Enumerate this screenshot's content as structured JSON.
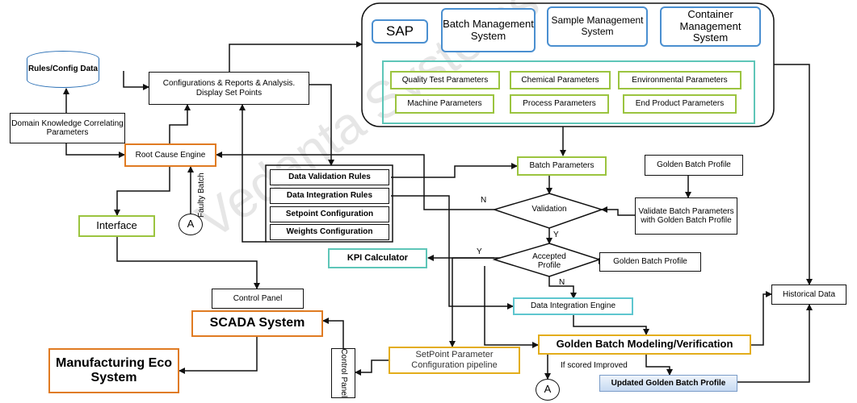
{
  "watermark": "Vedanta Systems Pvt Ltd",
  "nodes": {
    "rules_config": "Rules/Config Data",
    "configurations": "Configurations & Reports & Analysis.  Display Set Points",
    "domain_knowledge": "Domain Knowledge Correlating Parameters",
    "root_cause": "Root Cause Engine",
    "interface": "Interface",
    "connector_a": "A",
    "faulty_batch": "Faulty Batch",
    "control_panel": "Control Panel",
    "scada": "SCADA System",
    "manufacturing": "Manufacturing Eco System",
    "control_panel_vertical": "Control Panel",
    "data_validation_rules": "Data Validation Rules",
    "data_integration_rules": "Data Integration Rules",
    "setpoint_configuration": "Setpoint Configuration",
    "weights_configuration": "Weights Configuration",
    "kpi_calculator": "KPI Calculator",
    "sap": "SAP",
    "batch_mgmt": "Batch Management System",
    "sample_mgmt": "Sample Management System",
    "container_mgmt": "Container Management System",
    "quality_test": "Quality Test Parameters",
    "chemical": "Chemical Parameters",
    "environmental": "Environmental Parameters",
    "machine": "Machine Parameters",
    "process": "Process Parameters",
    "end_product": "End Product Parameters",
    "batch_parameters": "Batch Parameters",
    "golden_batch_profile_1": "Golden Batch Profile",
    "validate_batch": "Validate Batch Parameters with Golden Batch Profile",
    "validation": "Validation",
    "accepted_profile": "Accepted Profile",
    "golden_batch_profile_2": "Golden Batch Profile",
    "data_integration_engine": "Data Integration Engine",
    "setpoint_pipeline": "SetPoint Parameter Configuration pipeline",
    "golden_modeling": "Golden Batch Modeling/Verification",
    "historical_data": "Historical Data",
    "updated_golden": "Updated Golden Batch Profile",
    "if_scored": "If scored Improved"
  },
  "edge_labels": {
    "n1": "N",
    "y1": "Y",
    "y2": "Y",
    "n2": "N"
  }
}
